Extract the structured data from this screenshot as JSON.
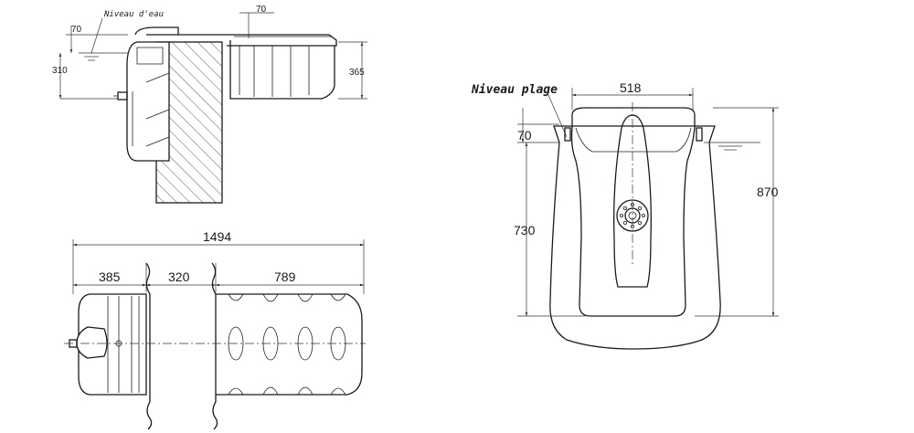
{
  "labels": {
    "water_level": "Niveau d'eau",
    "beach_level": "Niveau plage"
  },
  "dimensions": {
    "side_top_70": "70",
    "side_left_70": "70",
    "side_310": "310",
    "side_365": "365",
    "plan_total": "1494",
    "plan_385": "385",
    "plan_320": "320",
    "plan_789": "789",
    "front_518": "518",
    "front_70": "70",
    "front_730": "730",
    "front_870": "870"
  }
}
